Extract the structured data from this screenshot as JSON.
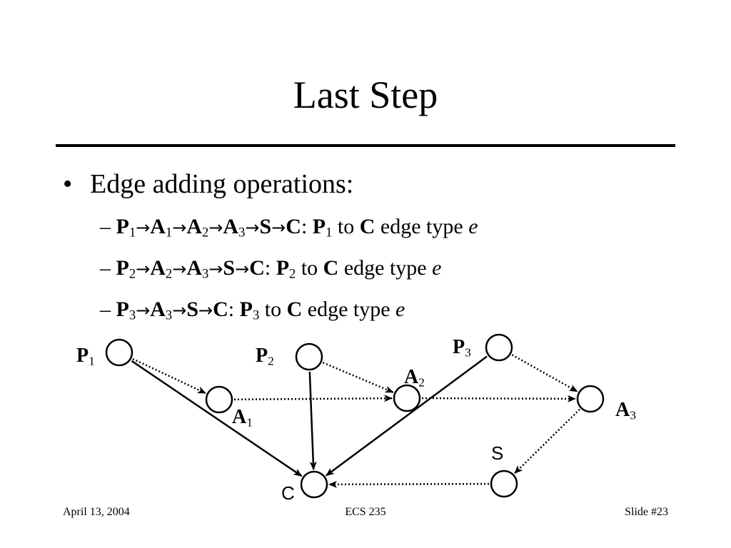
{
  "slide": {
    "title": "Last Step",
    "bullet": "Edge adding operations:",
    "sub_items": [
      {
        "path": [
          {
            "node": "P",
            "sub": "1"
          },
          {
            "node": "A",
            "sub": "1"
          },
          {
            "node": "A",
            "sub": "2"
          },
          {
            "node": "A",
            "sub": "3"
          },
          {
            "node": "S",
            "sub": ""
          },
          {
            "node": "C",
            "sub": ""
          }
        ],
        "from": {
          "node": "P",
          "sub": "1"
        },
        "to_word": "to",
        "to": "C",
        "edge_text": "edge type",
        "edge_type": "e"
      },
      {
        "path": [
          {
            "node": "P",
            "sub": "2"
          },
          {
            "node": "A",
            "sub": "2"
          },
          {
            "node": "A",
            "sub": "3"
          },
          {
            "node": "S",
            "sub": ""
          },
          {
            "node": "C",
            "sub": ""
          }
        ],
        "from": {
          "node": "P",
          "sub": "2"
        },
        "to_word": "to",
        "to": "C",
        "edge_text": "edge type",
        "edge_type": "e"
      },
      {
        "path": [
          {
            "node": "P",
            "sub": "3"
          },
          {
            "node": "A",
            "sub": "3"
          },
          {
            "node": "S",
            "sub": ""
          },
          {
            "node": "C",
            "sub": ""
          }
        ],
        "from": {
          "node": "P",
          "sub": "3"
        },
        "to_word": "to",
        "to": "C",
        "edge_text": "edge type",
        "edge_type": "e"
      }
    ]
  },
  "diagram": {
    "nodes": {
      "P1": {
        "letter": "P",
        "sub": "1"
      },
      "P2": {
        "letter": "P",
        "sub": "2"
      },
      "P3": {
        "letter": "P",
        "sub": "3"
      },
      "A1": {
        "letter": "A",
        "sub": "1"
      },
      "A2": {
        "letter": "A",
        "sub": "2"
      },
      "A3": {
        "letter": "A",
        "sub": "3"
      },
      "S": {
        "letter": "S",
        "sub": ""
      },
      "C": {
        "letter": "C",
        "sub": ""
      }
    },
    "edges": [
      {
        "from": "P1",
        "to": "A1",
        "style": "dotted"
      },
      {
        "from": "A1",
        "to": "A2",
        "style": "dotted"
      },
      {
        "from": "P2",
        "to": "A2",
        "style": "dotted"
      },
      {
        "from": "A2",
        "to": "A3",
        "style": "dotted"
      },
      {
        "from": "P3",
        "to": "A3",
        "style": "dotted"
      },
      {
        "from": "A3",
        "to": "S",
        "style": "dotted"
      },
      {
        "from": "S",
        "to": "C",
        "style": "dotted"
      },
      {
        "from": "P1",
        "to": "C",
        "style": "solid"
      },
      {
        "from": "P2",
        "to": "C",
        "style": "solid"
      },
      {
        "from": "P3",
        "to": "C",
        "style": "solid"
      }
    ]
  },
  "footer": {
    "date": "April 13, 2004",
    "course": "ECS 235",
    "slide_number": "Slide #23"
  }
}
